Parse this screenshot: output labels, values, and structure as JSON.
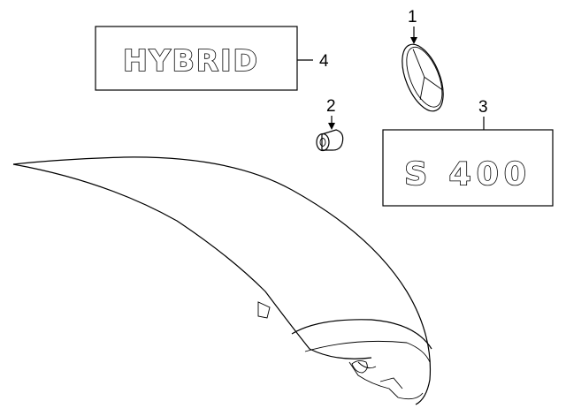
{
  "badges": {
    "hybrid_text": "HYBRID",
    "model_text": "S 400"
  },
  "callouts": {
    "c1": "1",
    "c2": "2",
    "c3": "3",
    "c4": "4"
  },
  "colors": {
    "line": "#000000",
    "background": "#ffffff"
  }
}
